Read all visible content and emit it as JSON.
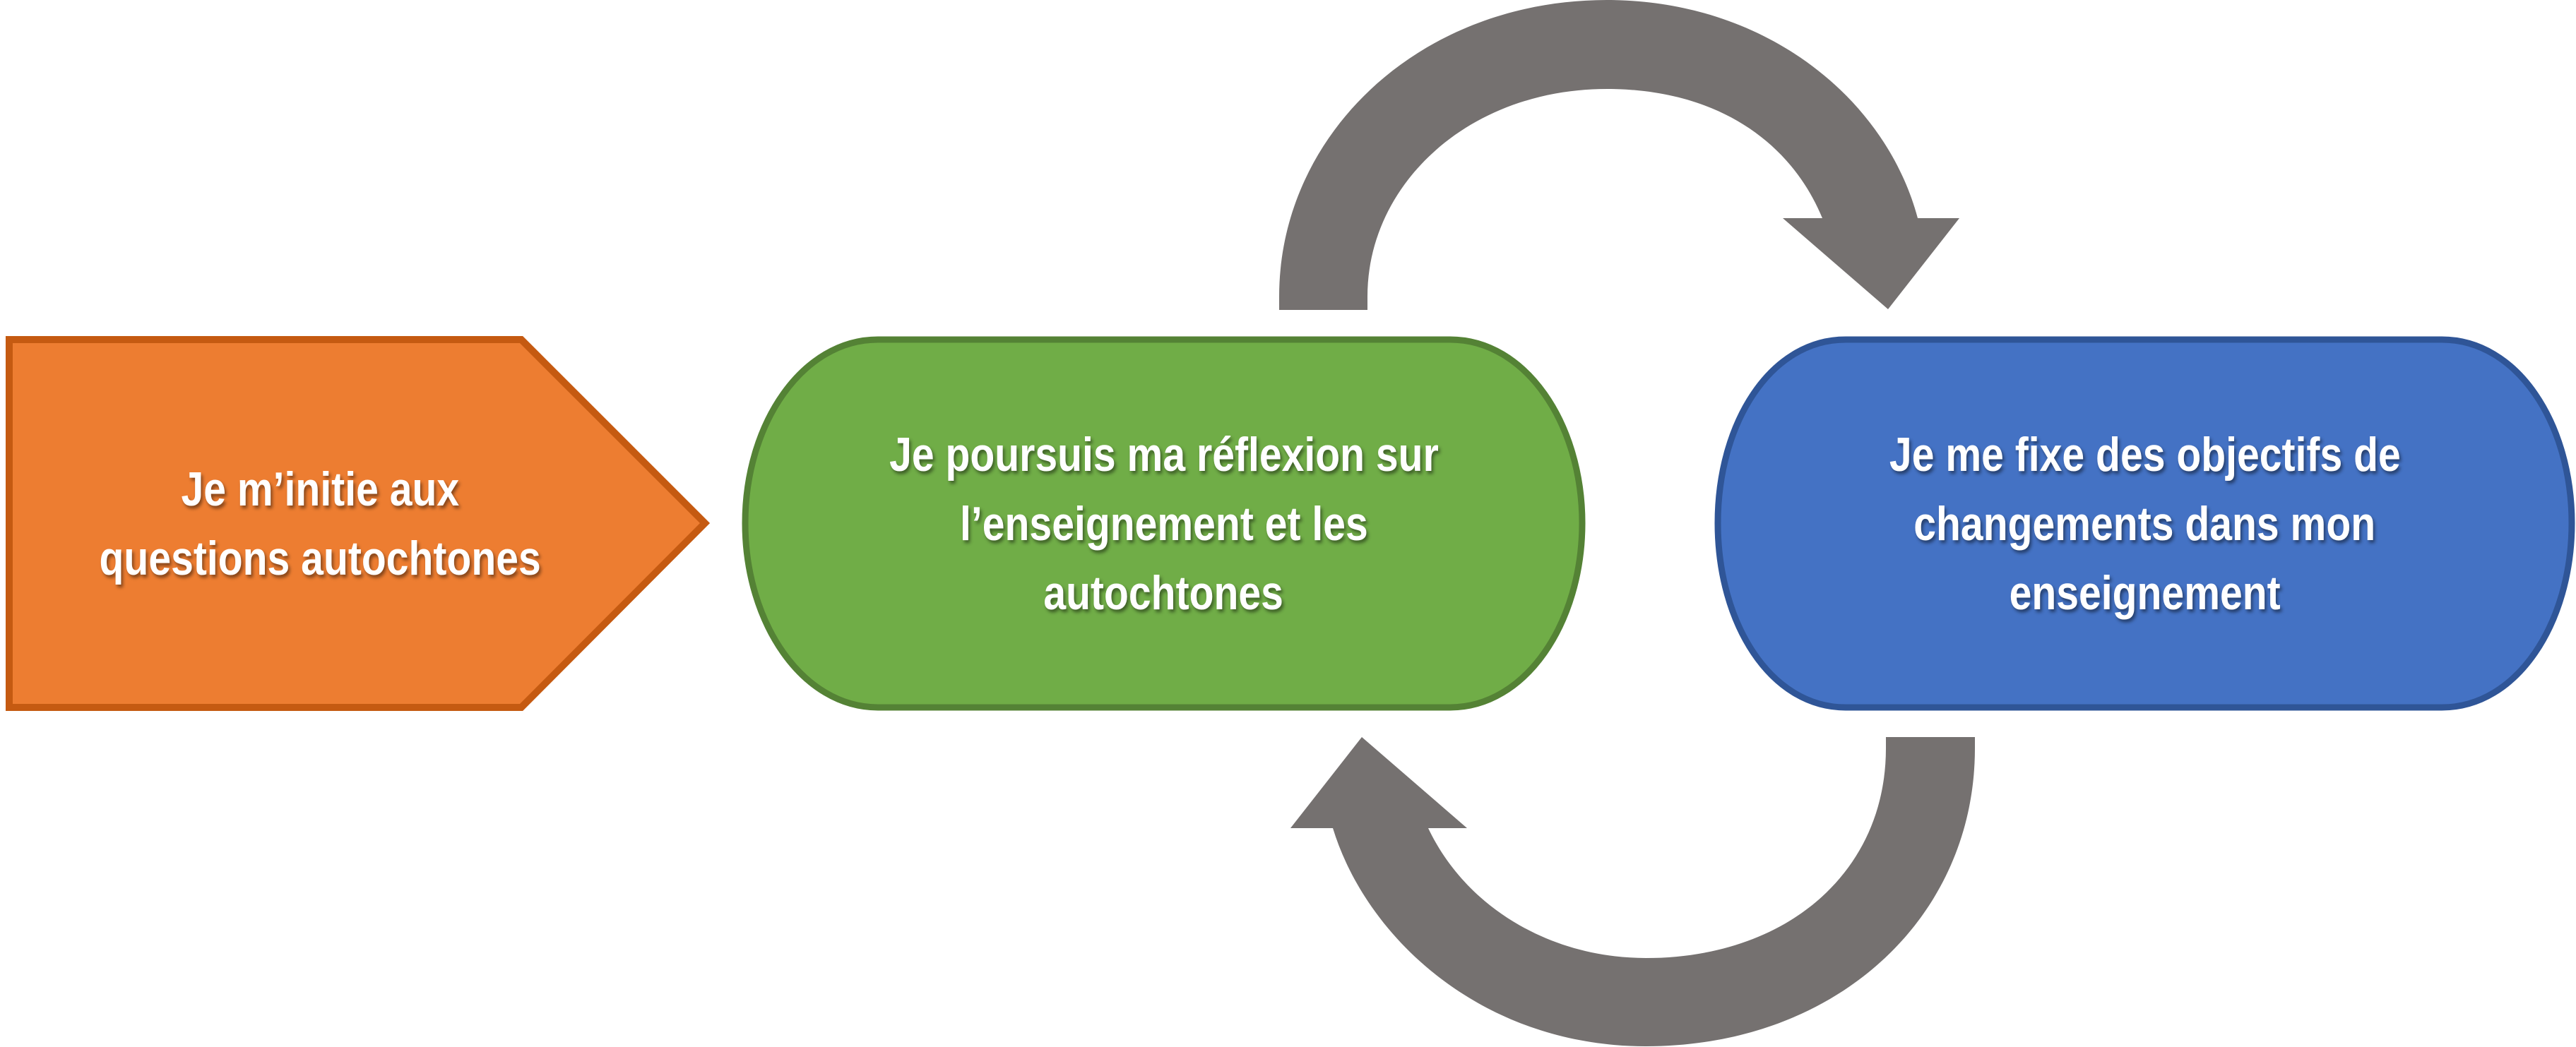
{
  "diagram": {
    "steps": [
      {
        "id": "initiation",
        "shape": "pentagon-arrow",
        "lines": [
          "Je m’initie aux",
          "questions autochtones"
        ],
        "fill": "#ED7D31",
        "stroke": "#C55A11"
      },
      {
        "id": "reflexion",
        "shape": "rounded-oval",
        "lines": [
          "Je poursuis ma réflexion sur",
          "l’enseignement et les",
          "autochtones"
        ],
        "fill": "#70AD47",
        "stroke": "#548235"
      },
      {
        "id": "objectifs",
        "shape": "rounded-oval",
        "lines": [
          "Je me fixe des objectifs de",
          "changements dans mon",
          "enseignement"
        ],
        "fill": "#4472C4",
        "stroke": "#2F5597"
      }
    ],
    "connectors": [
      {
        "id": "cycle-arrow-top",
        "from": "reflexion",
        "to": "objectifs",
        "direction": "clockwise-over",
        "color": "#757170"
      },
      {
        "id": "cycle-arrow-bottom",
        "from": "objectifs",
        "to": "reflexion",
        "direction": "clockwise-under",
        "color": "#757170"
      }
    ],
    "text_color": "#FFFFFF",
    "background": "#FFFFFF"
  }
}
